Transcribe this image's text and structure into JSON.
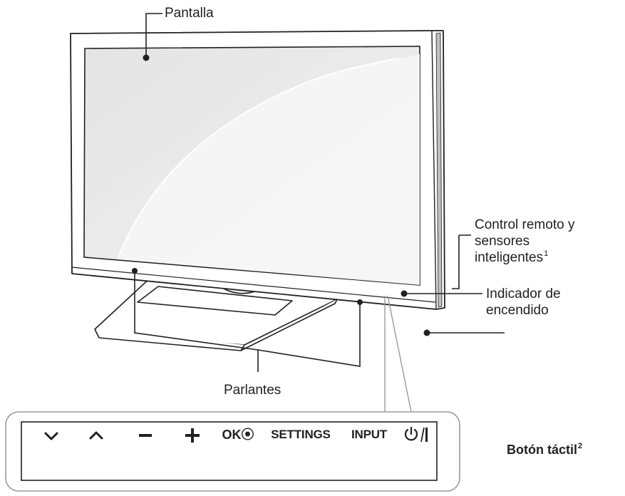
{
  "labels": {
    "screen": "Pantalla",
    "remote_sensor_line1": "Control remoto y",
    "remote_sensor_line2": "sensores",
    "remote_sensor_line3": "inteligentes",
    "remote_sensor_sup": "1",
    "power_indicator_line1": "Indicador de",
    "power_indicator_line2": "encendido",
    "speakers": "Parlantes",
    "touch_button": "Botón táctil",
    "touch_button_sup": "2"
  },
  "touch_buttons": {
    "down": "⌄",
    "up": "⌃",
    "minus": "−",
    "plus": "+",
    "ok": "OK⦿",
    "settings": "SETTINGS",
    "input": "INPUT",
    "power": "⏻/|"
  },
  "colors": {
    "line": "#231f20",
    "gray_line": "#9a9a9a",
    "screen_fill": "#ededed",
    "frame_fill": "#ffffff"
  }
}
